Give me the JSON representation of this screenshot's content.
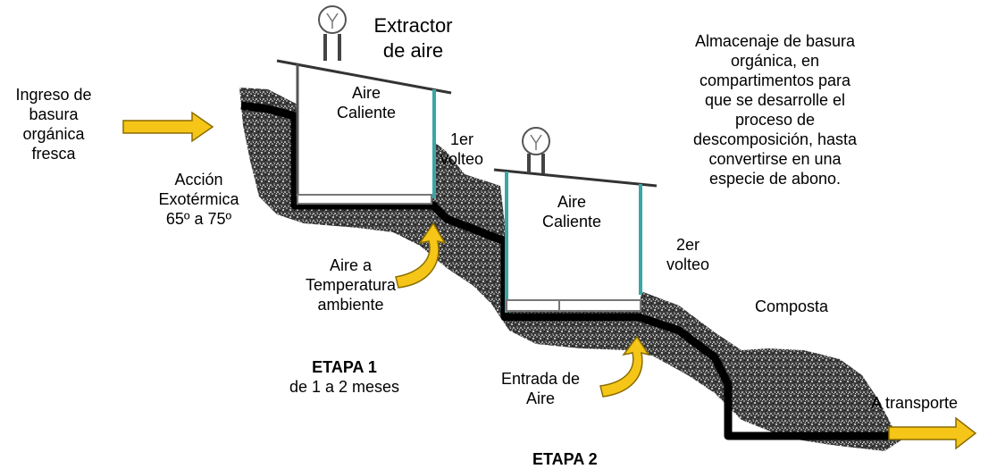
{
  "labels": {
    "ingreso": [
      "Ingreso de",
      "basura",
      "orgánica",
      "fresca"
    ],
    "extractor": [
      "Extractor",
      "de aire"
    ],
    "aire_caliente_1": [
      "Aire",
      "Caliente"
    ],
    "aire_caliente_2": [
      "Aire",
      "Caliente"
    ],
    "accion": [
      "Acción",
      "Exotérmica",
      "65º a 75º"
    ],
    "volteo_1": [
      "1er",
      "volteo"
    ],
    "volteo_2": [
      "2er",
      "volteo"
    ],
    "almacenaje": [
      "Almacenaje de basura",
      "orgánica, en",
      "compartimentos para",
      "que se desarrolle el",
      "proceso de",
      "descomposición, hasta",
      "convertirse en una",
      "especie de abono."
    ],
    "aire_temp": [
      "Aire a",
      "Temperatura",
      "ambiente"
    ],
    "composta": "Composta",
    "etapa1_title": "ETAPA 1",
    "etapa1_sub": "de 1 a 2 meses",
    "entrada_aire": [
      "Entrada de",
      "Aire"
    ],
    "transporte": "A transporte",
    "etapa2_title": "ETAPA 2"
  },
  "colors": {
    "arrow_fill": "#f5c518",
    "arrow_stroke": "#8a6d00",
    "post": "#3aa6a6",
    "ground": "#2b2b2b"
  }
}
